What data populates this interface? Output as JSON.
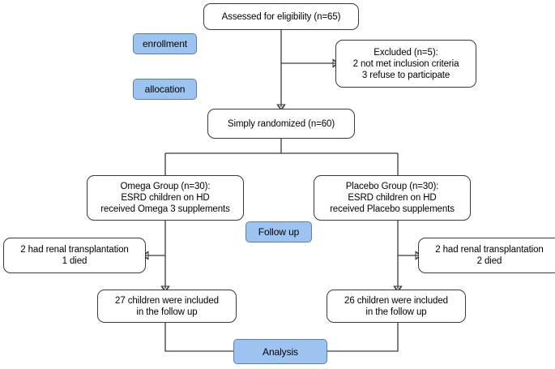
{
  "diagram": {
    "title": "CONSORT participant flow diagram",
    "accent_color": "#9dc3f0",
    "line_color": "#3a3a3a",
    "nodes": {
      "assessed": "Assessed for eligibility (n=65)",
      "excluded": "Excluded (n=5):\n2 not met inclusion criteria\n3 refuse to participate",
      "randomized": "Simply randomized  (n=60)",
      "omega_group": "Omega Group (n=30):\nESRD children on HD\nreceived  Omega 3 supplements",
      "placebo_group": "Placebo Group (n=30):\nESRD children on HD\nreceived  Placebo supplements",
      "omega_loss": "2 had renal transplantation\n1 died",
      "placebo_loss": "2 had renal transplantation\n2 died",
      "omega_followup": "27 children were included\nin the follow up",
      "placebo_followup": "26 children were included\nin the follow up"
    },
    "stages": {
      "enrollment": "enrollment",
      "allocation": "allocation",
      "follow_up": "Follow up",
      "analysis": "Analysis"
    }
  }
}
